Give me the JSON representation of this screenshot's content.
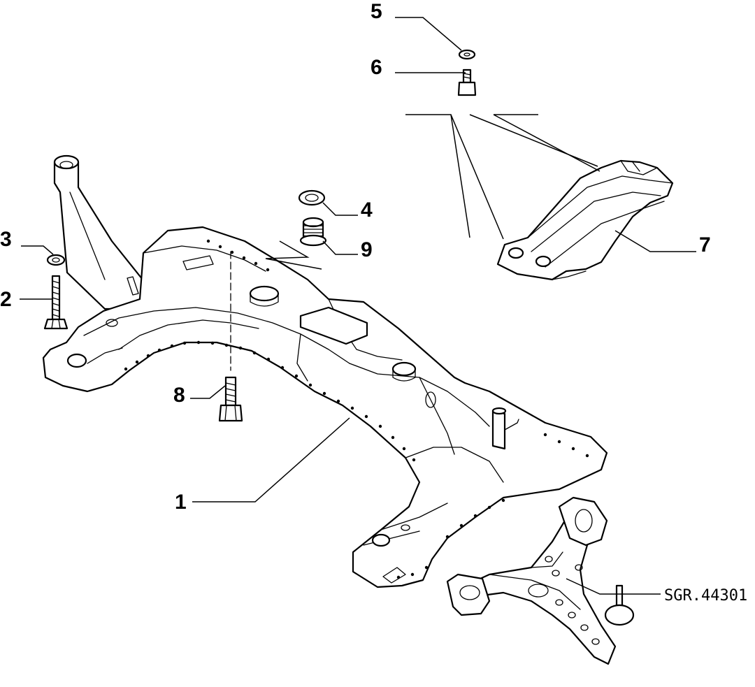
{
  "callouts": [
    {
      "id": "1",
      "label": "1"
    },
    {
      "id": "2",
      "label": "2"
    },
    {
      "id": "3",
      "label": "3"
    },
    {
      "id": "4",
      "label": "4"
    },
    {
      "id": "5",
      "label": "5"
    },
    {
      "id": "6",
      "label": "6"
    },
    {
      "id": "7",
      "label": "7"
    },
    {
      "id": "8",
      "label": "8"
    },
    {
      "id": "9",
      "label": "9"
    }
  ],
  "drawing_reference": "SGR.44301"
}
